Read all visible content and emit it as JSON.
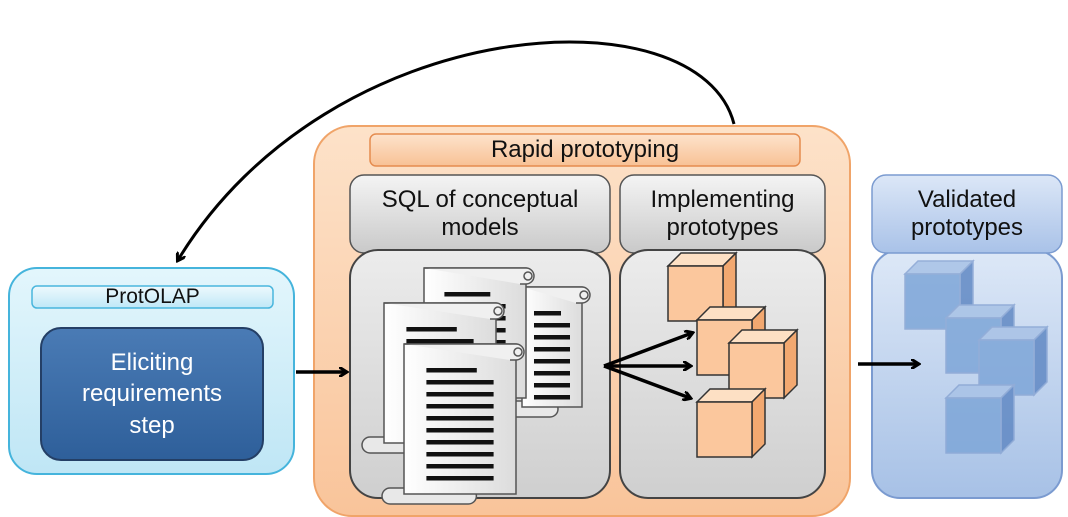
{
  "protolap": {
    "title": "ProtOLAP",
    "step": "Eliciting requirements step"
  },
  "rapid": {
    "title": "Rapid prototyping",
    "sql_header": "SQL of conceptual models",
    "impl_header": "Implementing prototypes"
  },
  "validated": {
    "header": "Validated prototypes"
  },
  "icons": {
    "documents": "scroll-document-icon",
    "cubes": "cube-icon",
    "loop_arrow": "curved-arrow-icon"
  },
  "colors": {
    "protolap_fill": "#d6f1fa",
    "protolap_border": "#4ab7de",
    "step_fill": "#3c6ea8",
    "rapid_fill": "#fbd3b0",
    "rapid_border": "#f2a56b",
    "cube_fill": "#fbc79d",
    "validated_fill": "#c5d6ef",
    "validated_cube": "#7ea6d8"
  }
}
